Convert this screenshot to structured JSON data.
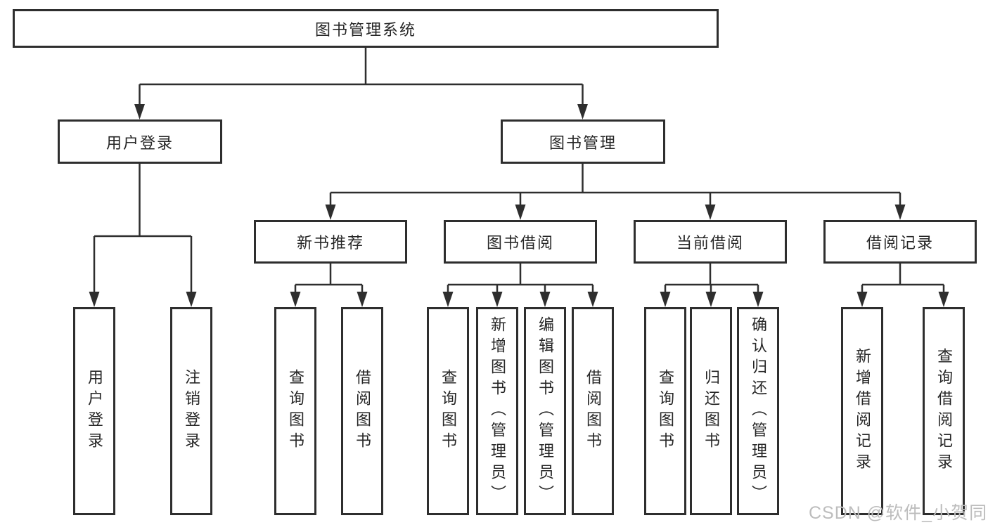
{
  "colors": {
    "line": "#2e2e2e",
    "border": "#2e2e2e",
    "text": "#262626",
    "watermark": "#bdbdbd",
    "background": "#ffffff"
  },
  "tree": {
    "root": {
      "label": "图书管理系统"
    },
    "level2": [
      {
        "label": "用户登录"
      },
      {
        "label": "图书管理"
      }
    ],
    "level3": [
      {
        "label": "新书推荐"
      },
      {
        "label": "图书借阅"
      },
      {
        "label": "当前借阅"
      },
      {
        "label": "借阅记录"
      }
    ],
    "leaves": {
      "user": [
        "用户登录",
        "注销登录"
      ],
      "recommend": [
        "查询图书",
        "借阅图书"
      ],
      "borrow": [
        "查询图书",
        "新增图书（管理员）",
        "编辑图书（管理员）",
        "借阅图书"
      ],
      "current": [
        "查询图书",
        "归还图书",
        "确认归还（管理员）"
      ],
      "records": [
        "新增借阅记录",
        "查询借阅记录"
      ]
    }
  },
  "watermark": "CSDN @软件_小贺同学"
}
